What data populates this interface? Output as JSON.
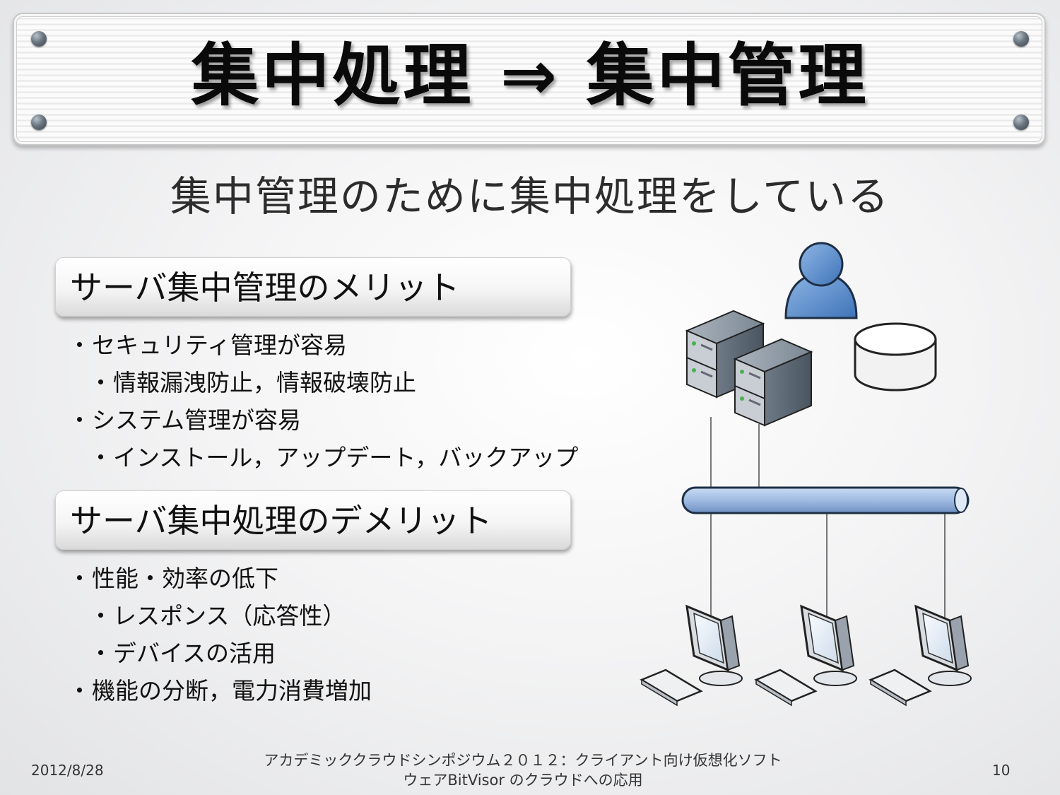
{
  "slide": {
    "title": "集中処理 ⇒ 集中管理",
    "subtitle": "集中管理のために集中処理をしている"
  },
  "merits": {
    "heading": "サーバ集中管理のメリット",
    "items": [
      {
        "level": 1,
        "text": "セキュリティ管理が容易"
      },
      {
        "level": 2,
        "text": "情報漏洩防止，情報破壊防止"
      },
      {
        "level": 1,
        "text": "システム管理が容易"
      },
      {
        "level": 2,
        "text": "インストール，アップデート，バックアップ"
      }
    ]
  },
  "demerits": {
    "heading": "サーバ集中処理のデメリット",
    "items": [
      {
        "level": 1,
        "text": "性能・効率の低下"
      },
      {
        "level": 2,
        "text": "レスポンス（応答性）"
      },
      {
        "level": 2,
        "text": "デバイスの活用"
      },
      {
        "level": 1,
        "text": "機能の分断，電力消費増加"
      }
    ]
  },
  "bullet_glyph": "・",
  "footer": {
    "date": "2012/8/28",
    "center_line1": "アカデミッククラウドシンポジウム２０１２：クライアント向け仮想化ソフト",
    "center_line2": "ウェアBitVisor のクラウドへの応用",
    "page": "10"
  },
  "diagram": {
    "icons": [
      "user-icon",
      "database-icon",
      "server-icon",
      "network-bus-icon",
      "monitor-icon",
      "keyboard-icon"
    ],
    "colors": {
      "user": "#5b8fd0",
      "bus": "#a9c3e6",
      "server": "#7a8896",
      "monitor": "#e6eef6"
    }
  }
}
